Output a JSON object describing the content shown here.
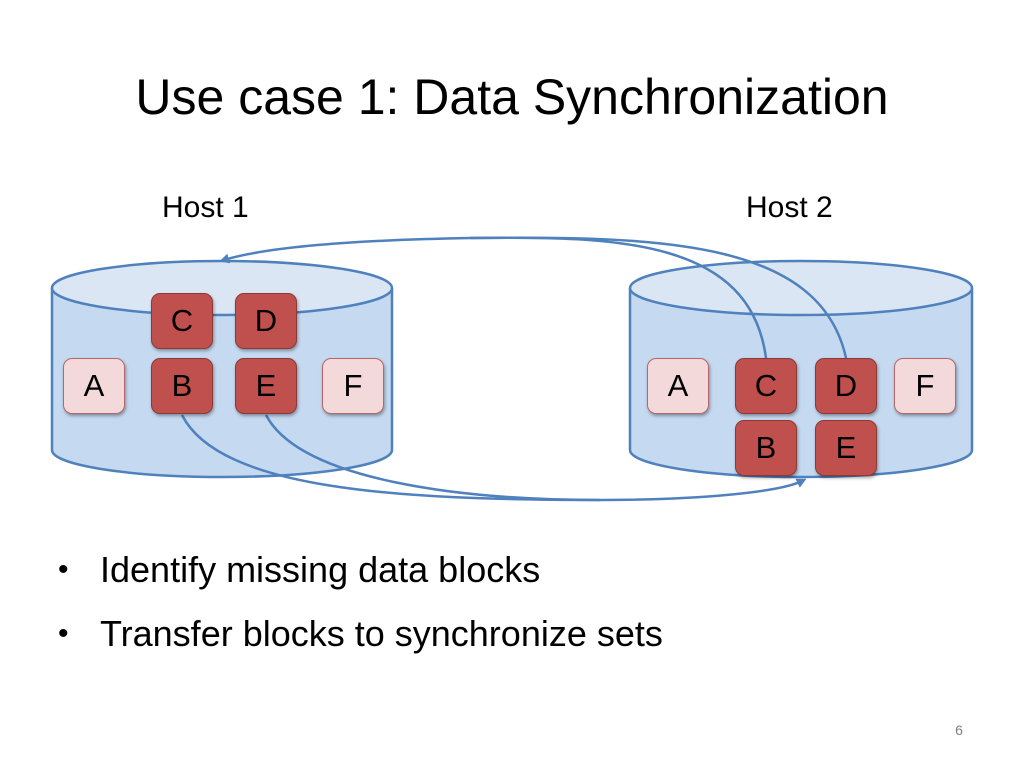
{
  "title": "Use case 1: Data Synchronization",
  "host1": {
    "label": "Host 1",
    "blocks": [
      {
        "letter": "C",
        "moved": true
      },
      {
        "letter": "D",
        "moved": true
      },
      {
        "letter": "A",
        "moved": false
      },
      {
        "letter": "B",
        "moved": true
      },
      {
        "letter": "E",
        "moved": true
      },
      {
        "letter": "F",
        "moved": false
      }
    ]
  },
  "host2": {
    "label": "Host 2",
    "blocks": [
      {
        "letter": "A",
        "moved": false
      },
      {
        "letter": "C",
        "moved": true
      },
      {
        "letter": "D",
        "moved": true
      },
      {
        "letter": "F",
        "moved": false
      },
      {
        "letter": "B",
        "moved": true
      },
      {
        "letter": "E",
        "moved": true
      }
    ]
  },
  "bullets": [
    "Identify missing data blocks",
    "Transfer blocks to synchronize sets"
  ],
  "slide_number": "6",
  "colors": {
    "cylinder_fill": "#c5d9f1",
    "cylinder_top": "#dbe6f5",
    "cylinder_stroke": "#4f81bd",
    "moved_block": "#c0504d",
    "plain_block": "#f3d9da",
    "arrow": "#4f81bd"
  }
}
